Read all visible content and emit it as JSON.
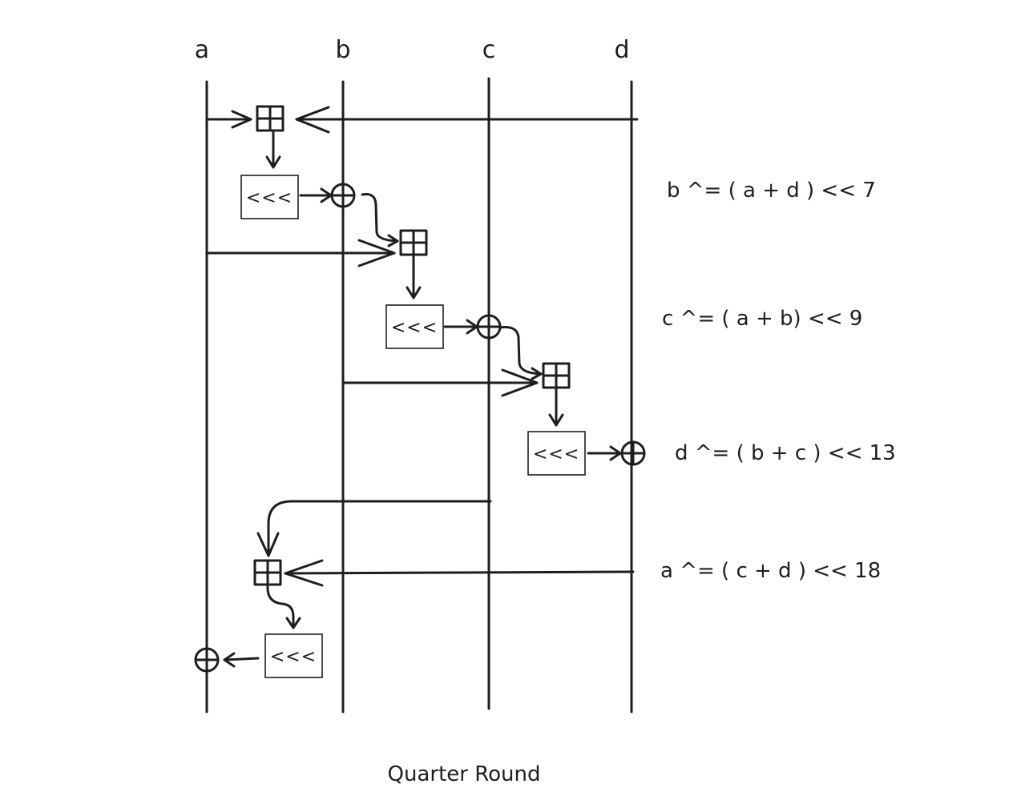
{
  "columns": {
    "a": "a",
    "b": "b",
    "c": "c",
    "d": "d"
  },
  "rotate_label": "<<<",
  "equations": {
    "eq1": "b ^= ( a + d ) << 7",
    "eq2": "c ^= ( a + b) << 9",
    "eq3": "d ^= ( b + c ) << 13",
    "eq4": "a ^= ( c + d ) << 18"
  },
  "caption": "Quarter Round",
  "colors": {
    "ink": "#1e1e1e",
    "background": "#ffffff"
  }
}
